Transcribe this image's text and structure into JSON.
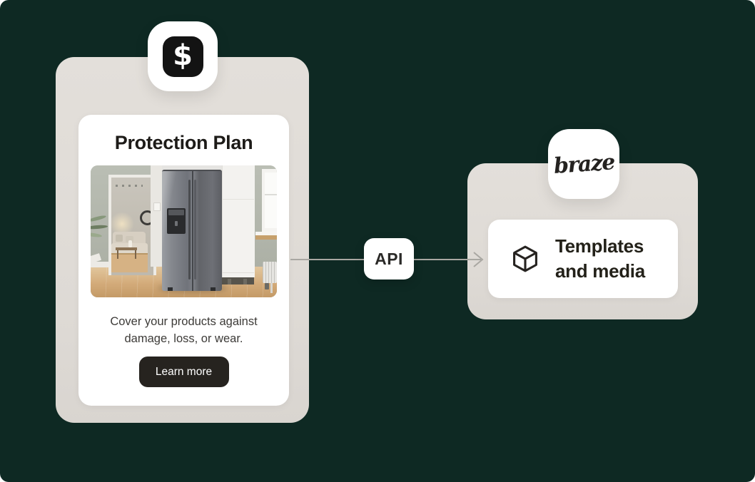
{
  "colors": {
    "background": "#0e2923",
    "card_surface": "#dedad5",
    "panel_surface": "#ffffff",
    "button_dark": "#26231f",
    "heading_text": "#1d1b18",
    "body_text": "#3d3b38",
    "connector_gray": "#a9a7a2",
    "app_icon_black": "#131313"
  },
  "left_app": {
    "icon": "dollar-icon",
    "icon_glyph": "$"
  },
  "left_card": {
    "title": "Protection Plan",
    "photo_subject": "stainless-steel refrigerator in a kitchen",
    "description": "Cover your products against damage, loss, or wear.",
    "button_label": "Learn more"
  },
  "connector": {
    "label": "API",
    "icon": "arrow-right-icon"
  },
  "right_app": {
    "logo_text": "braze"
  },
  "right_card": {
    "icon": "cube-icon",
    "label": "Templates and media"
  }
}
